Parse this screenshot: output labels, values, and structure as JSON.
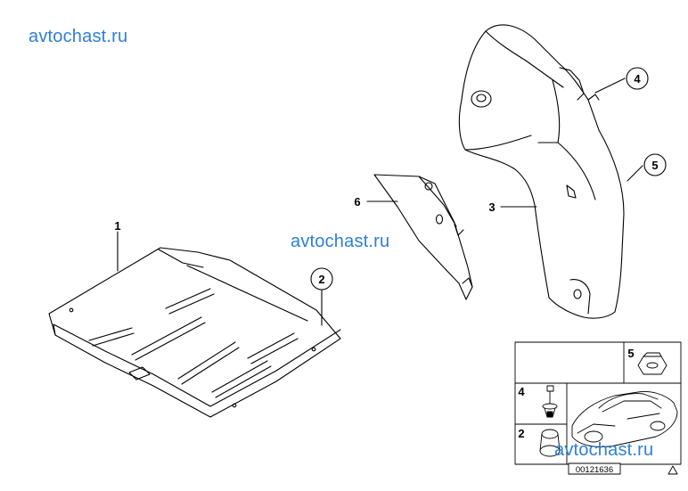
{
  "watermarks": [
    "avtochast.ru",
    "avtochast.ru",
    "avtochast.ru"
  ],
  "callouts": {
    "c1": "1",
    "c2": "2",
    "c3": "3",
    "c4": "4",
    "c5": "5",
    "c6": "6"
  },
  "legend": {
    "cell5": "5",
    "cell4": "4",
    "cell2": "2",
    "diagram_number": "00121636"
  },
  "colors": {
    "line": "#000000",
    "part_fill": "#ffffff",
    "watermark": "#2f7fd6"
  }
}
